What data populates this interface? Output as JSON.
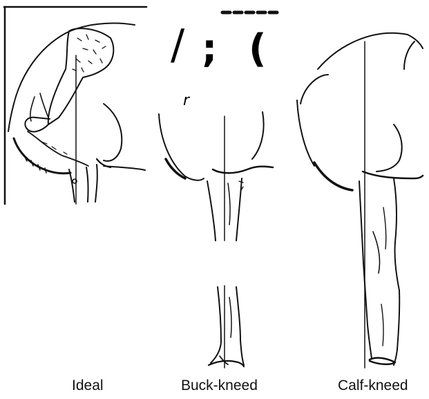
{
  "labels": {
    "ideal": "Ideal",
    "buck_kneed": "Buck-kneed",
    "calf_kneed": "Calf-kneed"
  },
  "scan_artifacts": {
    "glyph_slash": "/",
    "glyph_semicolon": ";",
    "glyph_paren": "(",
    "glyph_r": "r"
  },
  "colors": {
    "ink": "#111111",
    "background": "#ffffff"
  }
}
